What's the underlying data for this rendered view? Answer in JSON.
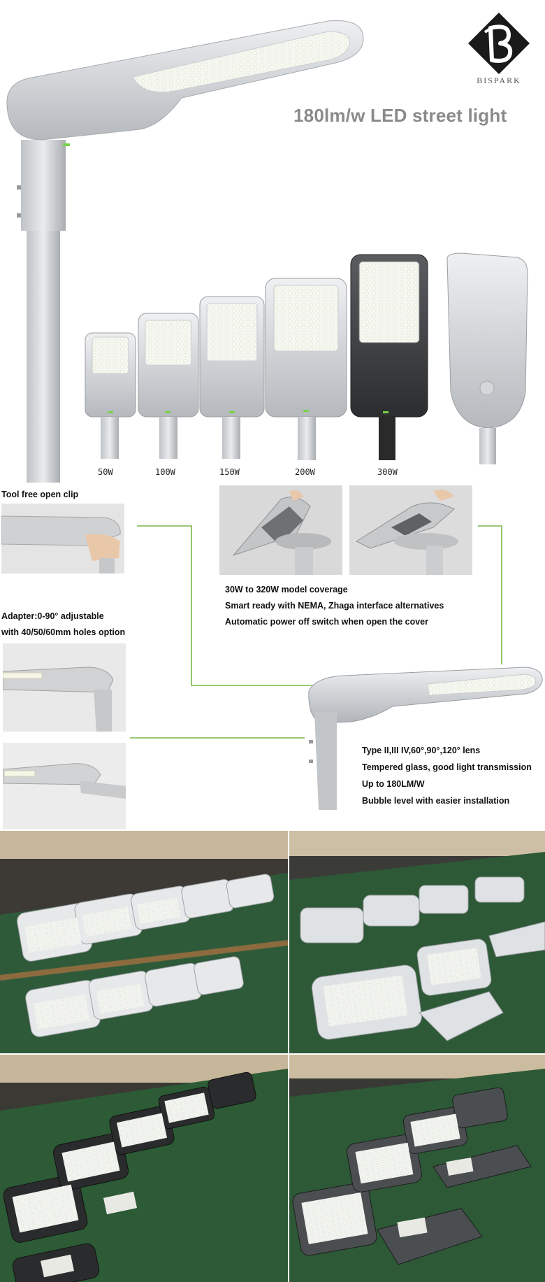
{
  "brand": {
    "name": "BISPARK"
  },
  "hero": {
    "title": "180lm/w LED street light"
  },
  "lineup": {
    "labels": [
      "50W",
      "100W",
      "150W",
      "200W",
      "300W"
    ]
  },
  "features": {
    "clip_title": "Tool free open clip",
    "cover_list": [
      "30W to 320W model coverage",
      "Smart ready with NEMA, Zhaga interface alternatives",
      "Automatic power off switch when open the cover"
    ],
    "adapter_lines": [
      "Adapter:0-90° adjustable",
      "with 40/50/60mm holes option"
    ],
    "lens_list": [
      "Type II,III IV,60°,90°,120° lens",
      "Tempered glass, good light transmission",
      "Up to 180LM/W",
      "Bubble level with easier installation"
    ]
  },
  "colors": {
    "accent_line": "#7ab648",
    "title_gray": "#8a8a8a",
    "factory_floor": "#2f5a3a"
  }
}
